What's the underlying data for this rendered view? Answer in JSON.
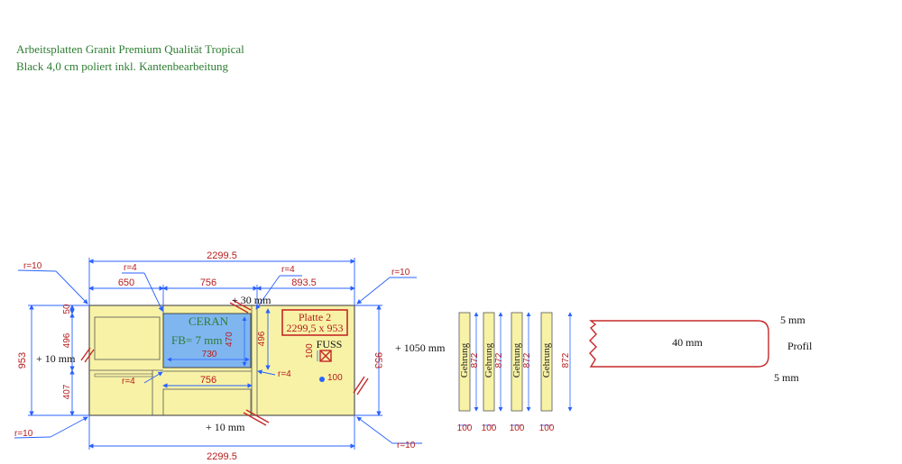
{
  "title": {
    "line1": "Arbeitsplatten Granit Premium Qualität Tropical",
    "line2": "Black 4,0 cm poliert inkl. Kantenbearbeitung"
  },
  "drawing": {
    "total_width_top": "2299.5",
    "total_width_bottom": "2299.5",
    "seg_left": "650",
    "seg_mid": "756",
    "seg_right": "893.5",
    "seg_bottom_mid": "756",
    "radius_tl": "r=10",
    "radius_tr": "r=10",
    "radius_bl": "r=10",
    "radius_br": "r=10",
    "radius_inner_left": "r=4",
    "radius_inner_right": "r=4",
    "radius_inner_mid": "r=4",
    "radius_bottom_left": "r=4",
    "height_left": "953",
    "height_right": "953",
    "height_upper": "496",
    "height_lower": "407",
    "height_top_offset": "50",
    "height_mid_right": "496",
    "offset_top": "+ 30 mm",
    "offset_left": "+ 10 mm",
    "offset_bottom": "+ 10 mm",
    "offset_right": "+ 1050 mm",
    "ceran_label": "CERAN",
    "ceran_fb": "FB= 7 mm",
    "ceran_width": "730",
    "ceran_height": "470",
    "plate_label": "Platte 2",
    "plate_size": "2299,5 x 953",
    "fuss_label": "FUSS",
    "fuss_dim_v": "100",
    "fuss_dim_h": "100"
  },
  "strips": [
    {
      "label": "Gehrung",
      "length": "872",
      "width": "100"
    },
    {
      "label": "Gehrung",
      "length": "872",
      "width": "100"
    },
    {
      "label": "Gehrung",
      "length": "872",
      "width": "100"
    },
    {
      "label": "Gehrung",
      "length": "872",
      "width": "100"
    }
  ],
  "profile": {
    "thickness": "40 mm",
    "top_edge": "5 mm",
    "bottom_edge": "5 mm",
    "label": "Profil"
  },
  "colors": {
    "worktop_fill": "#f7f2a6",
    "ceran_fill": "#7fb6f0",
    "dimension_line": "#2962ff",
    "dimension_text": "#b71c1c",
    "title_text": "#2e7d32"
  }
}
